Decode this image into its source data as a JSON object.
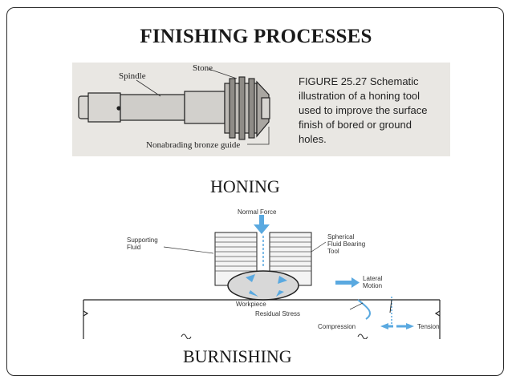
{
  "slide": {
    "title": "FINISHING PROCESSES",
    "honing_label": "HONING",
    "burnishing_label": "BURNISHING"
  },
  "honing_figure": {
    "caption_lines": [
      "FIGURE 25.27   Schematic",
      "illustration of a honing tool",
      "used to improve the surface",
      "finish of bored or ground",
      "holes."
    ],
    "callouts": {
      "spindle": "Spindle",
      "stone": "Stone",
      "guide": "Nonabrading bronze guide"
    }
  },
  "burnishing_figure": {
    "callouts": {
      "normal_force": "Normal Force",
      "supporting_fluid_1": "Supporting",
      "supporting_fluid_2": "Fluid",
      "spherical_1": "Spherical",
      "spherical_2": "Fluid Bearing",
      "spherical_3": "Tool",
      "lateral_1": "Lateral",
      "lateral_2": "Motion",
      "workpiece": "Workpiece",
      "residual_stress": "Residual Stress",
      "compression": "Compression",
      "tension": "Tension"
    }
  },
  "colors": {
    "arrow_blue": "#5aa9e0",
    "scan_bg": "#e9e7e3"
  }
}
